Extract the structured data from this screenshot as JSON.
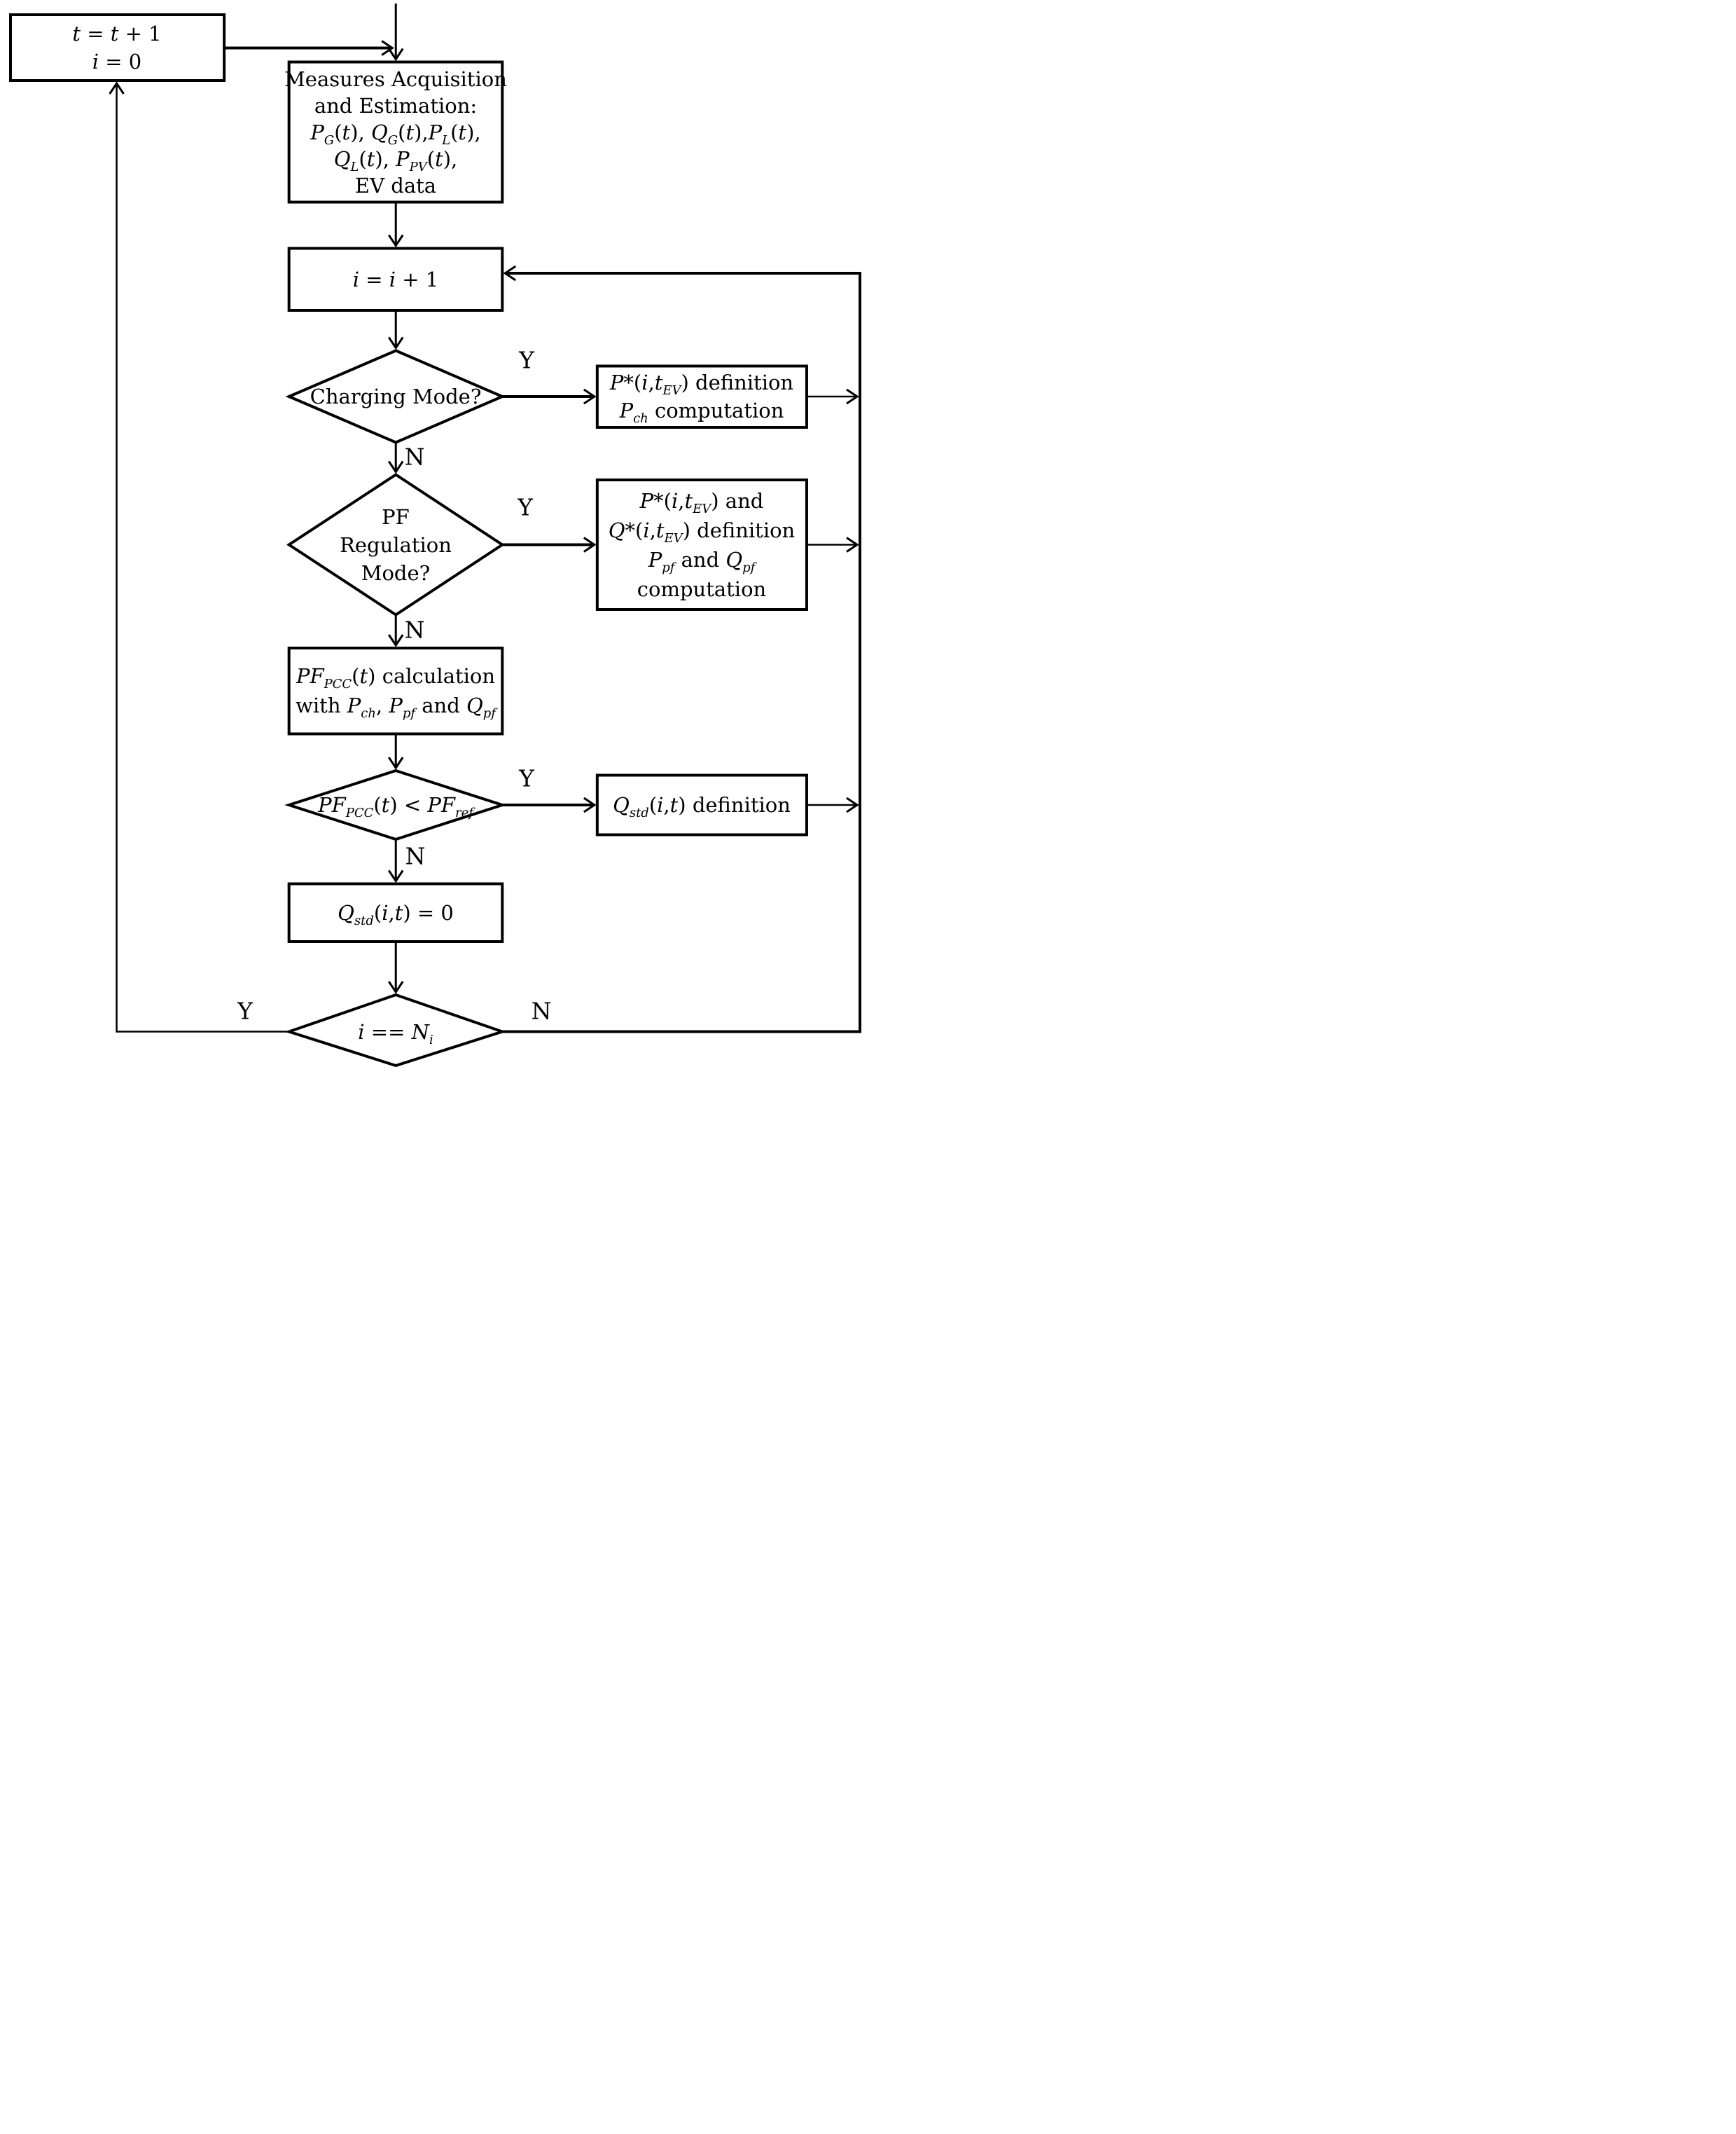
{
  "colors": {
    "line": "#000000",
    "node_fill": "#ffffff",
    "background": "#ffffff"
  },
  "nodes": {
    "increment_t": {
      "type": "process",
      "lines": [
        "[i]t[/i] = [i]t[/i] + 1",
        "[i]i[/i] = 0"
      ]
    },
    "measures": {
      "type": "process",
      "lines": [
        "Measures Acquisition",
        "and Estimation:",
        "[i]P[/i][s]G[/s]([i]t[/i]), [i]Q[/i][s]G[/s]([i]t[/i]),[i]P[/i][s]L[/s]([i]t[/i]),",
        "[i]Q[/i][s]L[/s]([i]t[/i]), [i]P[/i][s]PV[/s]([i]t[/i]),",
        "EV data"
      ]
    },
    "increment_i": {
      "type": "process",
      "lines": [
        "[i]i[/i] = [i]i[/i] + 1"
      ]
    },
    "charging_mode": {
      "type": "decision",
      "lines": [
        "Charging Mode?"
      ]
    },
    "p_ch": {
      "type": "process",
      "lines": [
        "[i]P[/i]*([i]i[/i],[i]t[/i][s]EV[/s]) definition",
        "[i]P[/i][s]ch[/s] computation"
      ]
    },
    "pf_mode": {
      "type": "decision",
      "lines": [
        "PF",
        "Regulation",
        "Mode?"
      ]
    },
    "p_pf": {
      "type": "process",
      "lines": [
        "[i]P[/i]*([i]i[/i],[i]t[/i][s]EV[/s]) and",
        "[i]Q[/i]*([i]i[/i],[i]t[/i][s]EV[/s]) definition",
        "[i]P[/i][s]pf[/s] and [i]Q[/i][s]pf[/s]",
        "computation"
      ]
    },
    "pf_calc": {
      "type": "process",
      "lines": [
        "[i]PF[/i][s]PCC[/s]([i]t[/i]) calculation",
        "with [i]P[/i][s]ch[/s], [i]P[/i][s]pf[/s] and [i]Q[/i][s]pf[/s]"
      ]
    },
    "pf_check": {
      "type": "decision",
      "lines": [
        "[i]PF[/i][s]PCC[/s]([i]t[/i]) < [i]PF[/i][s]ref[/s]"
      ]
    },
    "q_std_def": {
      "type": "process",
      "lines": [
        "[i]Q[/i][s]std[/s]([i]i[/i],[i]t[/i]) definition"
      ]
    },
    "q_std_zero": {
      "type": "process",
      "lines": [
        "[i]Q[/i][s]std[/s]([i]i[/i],[i]t[/i]) = 0"
      ]
    },
    "loop_check": {
      "type": "decision",
      "lines": [
        "[i]i[/i] == [i]N[/i][s]i[/s]"
      ]
    }
  },
  "branch_labels": {
    "charging_yes": "Y",
    "charging_no": "N",
    "pf_mode_yes": "Y",
    "pf_mode_no": "N",
    "pf_check_yes": "Y",
    "pf_check_no": "N",
    "loop_yes": "Y",
    "loop_no": "N"
  }
}
